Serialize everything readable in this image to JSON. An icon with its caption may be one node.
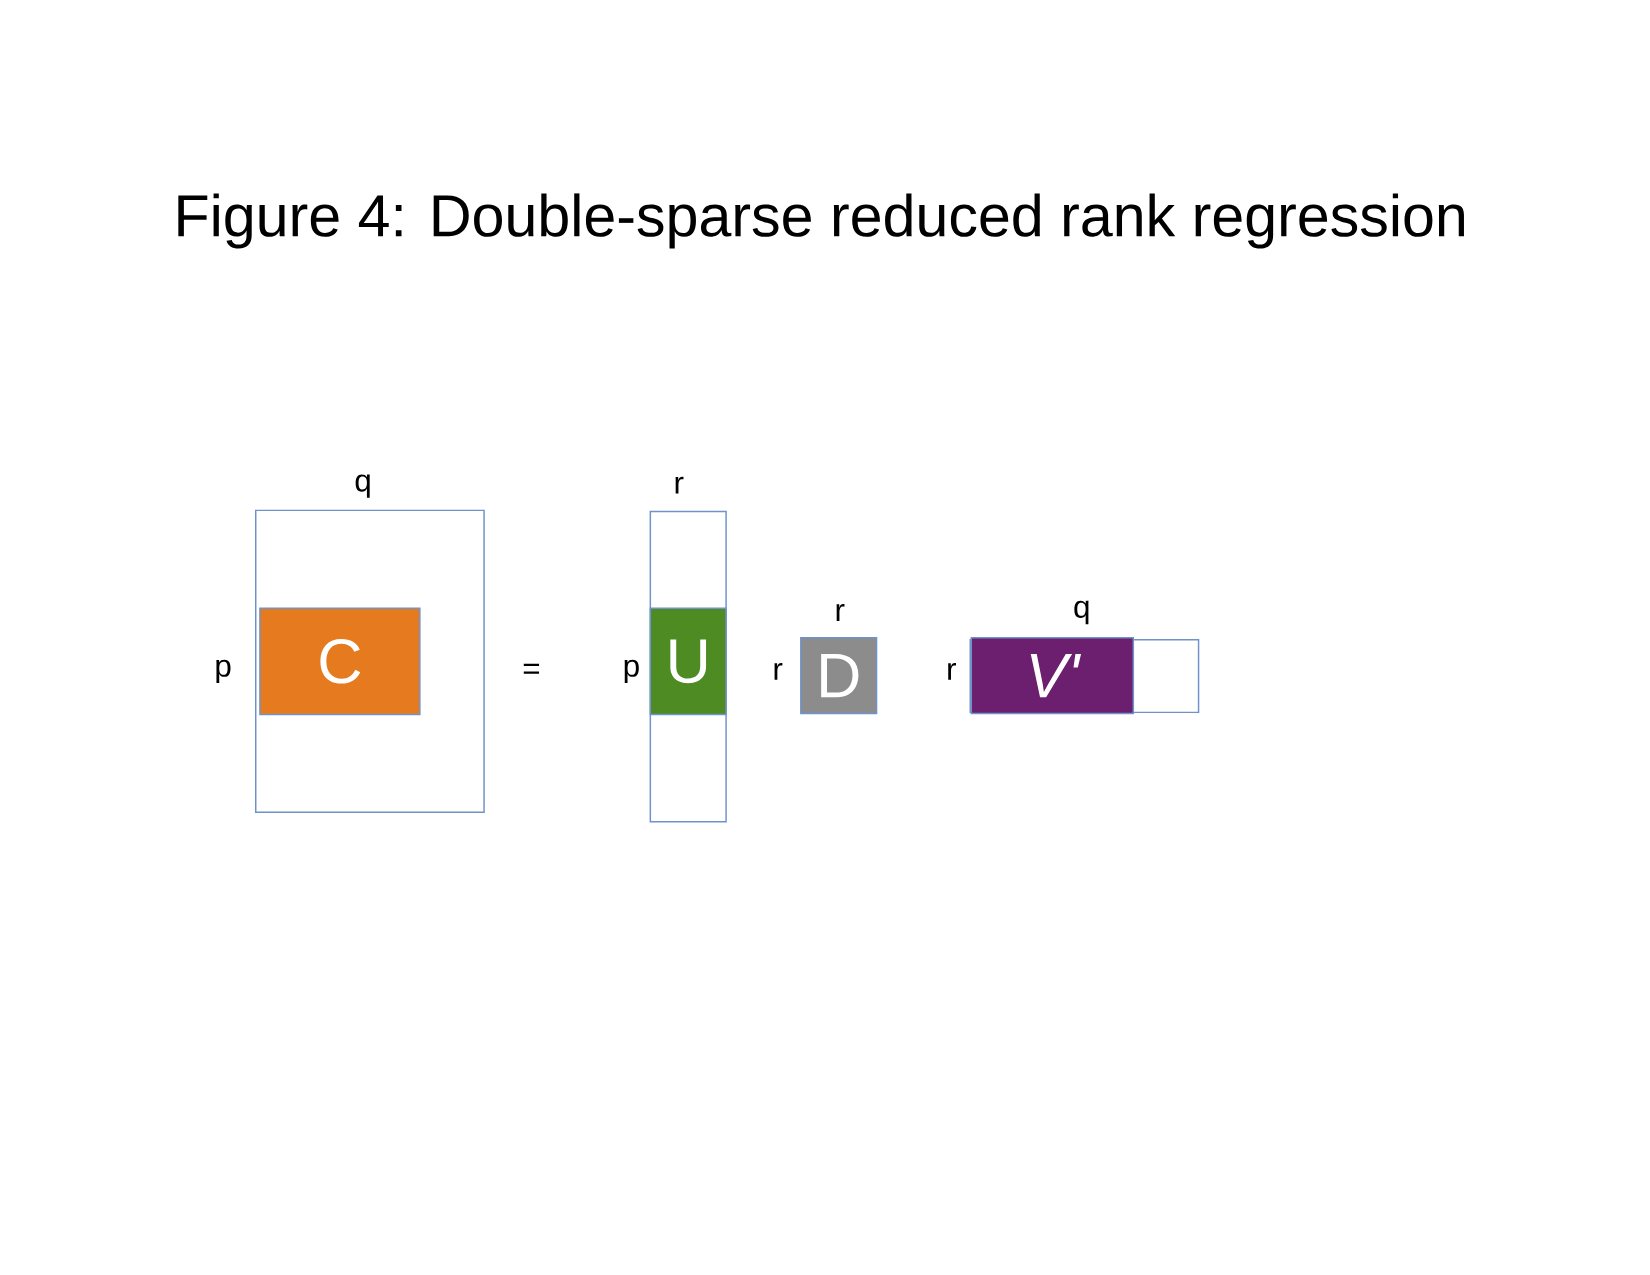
{
  "diagram": {
    "title": "Figure 4: Double-sparse reduced rank regression",
    "nodes": [
      {
        "text": [],
        "shape": "box"
      },
      {
        "text": [
          "C"
        ],
        "in": 0
      },
      {
        "text": [],
        "shape": "box"
      },
      {
        "text": [
          "U"
        ],
        "in": 2
      },
      {
        "text": [
          "D"
        ]
      },
      {
        "text": [],
        "shape": "box"
      },
      {
        "text": [
          "V'"
        ],
        "in": 5
      }
    ],
    "labels": [
      "q",
      "r",
      "r",
      "q",
      "p",
      "=",
      "p",
      "r",
      "r"
    ]
  }
}
